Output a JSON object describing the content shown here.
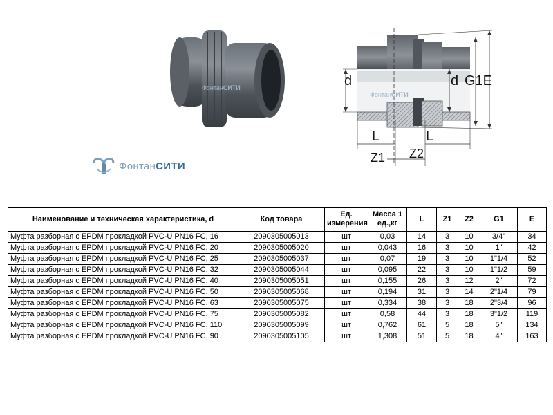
{
  "watermark": {
    "part1": "Фонтан",
    "part2": "СИТИ"
  },
  "drawing_labels": {
    "d_left": "d",
    "d_right": "d",
    "g1e": "G1E",
    "l_left": "L",
    "l_right": "L",
    "z1": "Z1",
    "z2": "Z2"
  },
  "table": {
    "headers": [
      "Наименование и техническая характеристика, d",
      "Код товара",
      "Ед. измерения",
      "Масса 1 ед.,кг",
      "L",
      "Z1",
      "Z2",
      "G1",
      "E"
    ],
    "rows": [
      [
        "Муфта разборная с EPDM прокладкой PVC-U PN16 FC, 16",
        "2090305005013",
        "шт",
        "0,03",
        "14",
        "3",
        "10",
        "3/4\"",
        "34"
      ],
      [
        "Муфта разборная с EPDM прокладкой PVC-U PN16 FC, 20",
        "2090305005020",
        "шт",
        "0,043",
        "16",
        "3",
        "10",
        "1\"",
        "42"
      ],
      [
        "Муфта разборная с EPDM прокладкой PVC-U PN16 FC, 25",
        "2090305005037",
        "шт",
        "0,07",
        "19",
        "3",
        "10",
        "1\"1/4",
        "52"
      ],
      [
        "Муфта разборная с EPDM прокладкой PVC-U PN16 FC, 32",
        "2090305005044",
        "шт",
        "0,095",
        "22",
        "3",
        "10",
        "1\"1/2",
        "59"
      ],
      [
        "Муфта разборная с EPDM прокладкой PVC-U PN16 FC, 40",
        "2090305005051",
        "шт",
        "0,155",
        "26",
        "3",
        "12",
        "2\"",
        "72"
      ],
      [
        "Муфта разборная с EPDM прокладкой PVC-U PN16 FC, 50",
        "2090305005068",
        "шт",
        "0,194",
        "31",
        "3",
        "14",
        "2\"1/4",
        "79"
      ],
      [
        "Муфта разборная с EPDM прокладкой PVC-U PN16 FC, 63",
        "2090305005075",
        "шт",
        "0,334",
        "38",
        "3",
        "18",
        "2\"3/4",
        "96"
      ],
      [
        "Муфта разборная с EPDM прокладкой PVC-U PN16 FC, 75",
        "2090305005082",
        "шт",
        "0,58",
        "44",
        "3",
        "18",
        "3\"1/2",
        "119"
      ],
      [
        "Муфта разборная с EPDM прокладкой PVC-U PN16 FC, 110",
        "2090305005099",
        "шт",
        "0,762",
        "61",
        "5",
        "18",
        "5\"",
        "134"
      ],
      [
        "Муфта разборная с EPDM прокладкой PVC-U PN16 FC, 90",
        "2090305005105",
        "шт",
        "1,308",
        "51",
        "5",
        "18",
        "4\"",
        "163"
      ]
    ]
  }
}
